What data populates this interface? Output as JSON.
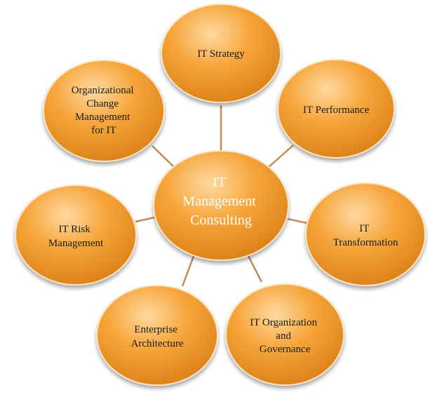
{
  "diagram": {
    "center": {
      "lines": [
        "IT",
        "Management",
        "Consulting"
      ]
    },
    "nodes": [
      {
        "id": "it-strategy",
        "lines": [
          "IT Strategy"
        ]
      },
      {
        "id": "it-performance",
        "lines": [
          "IT Performance"
        ]
      },
      {
        "id": "it-transformation",
        "lines": [
          "IT",
          "Transformation"
        ]
      },
      {
        "id": "it-organization-and-governance",
        "lines": [
          "IT Organization",
          "and",
          "Governance"
        ]
      },
      {
        "id": "enterprise-architecture",
        "lines": [
          "Enterprise",
          "Architecture"
        ]
      },
      {
        "id": "it-risk-management",
        "lines": [
          "IT Risk",
          "Management"
        ]
      },
      {
        "id": "organizational-change-management",
        "lines": [
          "Organizational",
          "Change",
          "Management",
          "for IT"
        ]
      }
    ],
    "colors": {
      "node_fill_light": "#ffd9a0",
      "node_fill_main": "#f6a53a",
      "node_fill_dark": "#d97f16",
      "node_stroke": "#fbe4c4",
      "connector": "#c48a52"
    }
  }
}
